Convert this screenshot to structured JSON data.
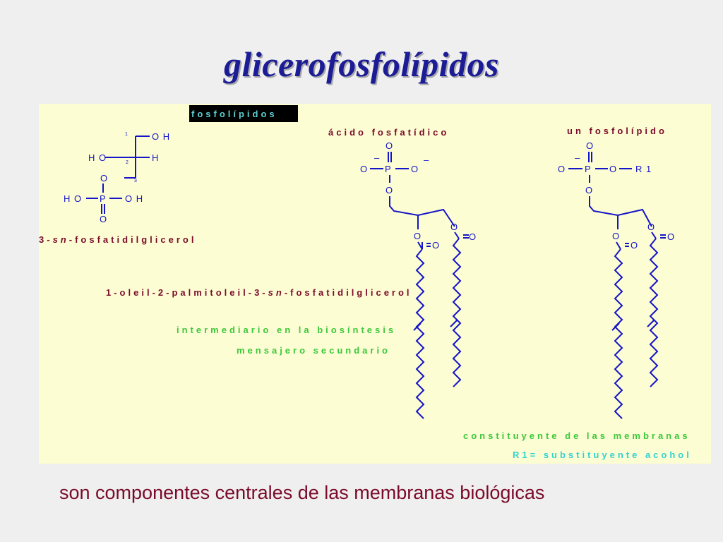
{
  "slide": {
    "title": "glicerofosfolípidos",
    "caption": "son componentes centrales de las membranas biológicas"
  },
  "diagram": {
    "header_label": "fosfolípidos",
    "molecule_left": {
      "name_prefix": "3-",
      "name_sn": "sn",
      "name_suffix": "-fosfatidilglicerol",
      "atoms": {
        "oh_top": "O H",
        "ho_mid": "H O",
        "h_mid": "H",
        "o_link": "O",
        "ho_p": "H O",
        "p": "P",
        "oh_p": "O H",
        "o_bottom": "O",
        "n1": "1",
        "n2": "2",
        "n3": "3"
      }
    },
    "full_name": {
      "prefix": "1-oleil-2-palmitoleil-3-",
      "sn": "sn",
      "suffix": "-fosfatidilglicerol"
    },
    "role_1": "intermediario en la biosíntesis",
    "role_2": "mensajero secundario",
    "acid": {
      "label": "ácido fosfatídico",
      "o_top": "O",
      "o_left": "O",
      "p": "P",
      "o_right": "O",
      "o_down": "O",
      "o_ester1": "O",
      "o_ester2": "O",
      "o_carbonyl1": "O",
      "o_carbonyl2": "O",
      "minus": "–"
    },
    "phospholipid": {
      "label": "un fosfolípido",
      "o_top": "O",
      "o_left": "O",
      "p": "P",
      "o_right": "O",
      "r1": "R 1",
      "o_down": "O",
      "o_ester1": "O",
      "o_ester2": "O",
      "o_carbonyl1": "O",
      "o_carbonyl2": "O",
      "minus": "–"
    },
    "note_membranes": "constituyente de las membranas",
    "note_r1": "R1= substituyente acohol"
  },
  "colors": {
    "title": "#1c1c96",
    "panel_bg": "#fdfdd3",
    "structure_blue": "#1414c8",
    "label_red": "#7a0a2a",
    "label_green": "#3cc83c",
    "label_cyan": "#32d2d2",
    "header_bg": "#000000",
    "caption": "#7a0a2a"
  }
}
